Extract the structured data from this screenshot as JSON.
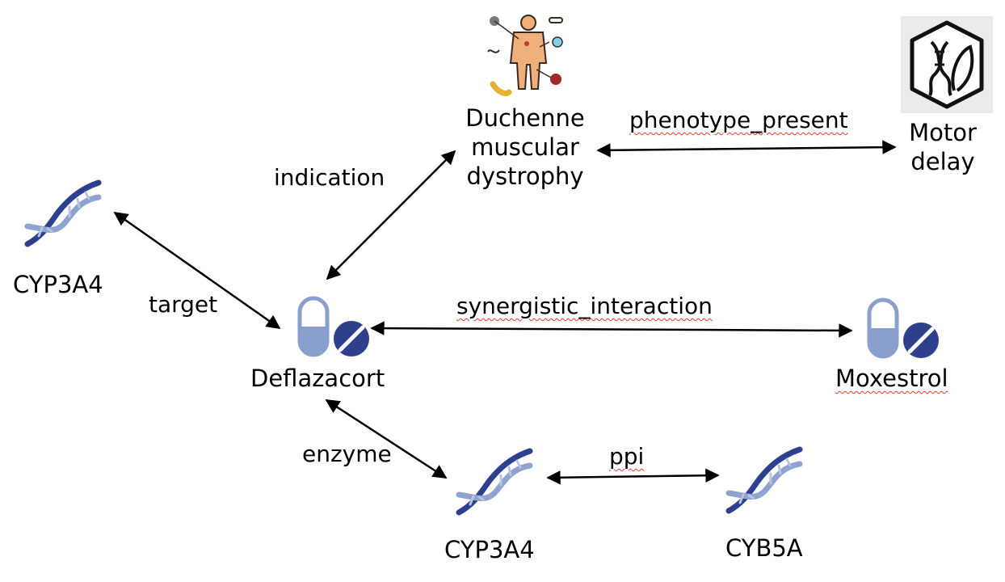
{
  "nodes": {
    "cyp3a4_target": {
      "label": "CYP3A4",
      "icon": "dna-icon"
    },
    "duchenne": {
      "label_lines": [
        "Duchenne",
        "muscular",
        "dystrophy"
      ],
      "icon": "human-body-disease-icon"
    },
    "motor_delay": {
      "label_lines": [
        "Motor",
        "delay"
      ],
      "icon": "dna-leaf-phenotype-icon"
    },
    "deflazacort": {
      "label": "Deflazacort",
      "icon": "pill-capsule-icon"
    },
    "moxestrol": {
      "label": "Moxestrol",
      "icon": "pill-capsule-icon"
    },
    "cyp3a4_enzyme": {
      "label": "CYP3A4",
      "icon": "dna-icon"
    },
    "cyb5a": {
      "label": "CYB5A",
      "icon": "dna-icon"
    }
  },
  "edges": {
    "indication": "indication",
    "phenotype_present": "phenotype_present",
    "target": "target",
    "synergistic_interaction": "synergistic_interaction",
    "enzyme": "enzyme",
    "ppi": "ppi"
  },
  "colors": {
    "dna_dark": "#2d3f8f",
    "dna_light": "#8ea3cf",
    "pill_light": "#8aa0cc",
    "pill_dark": "#2e3f8c",
    "skin": "#f0b07c",
    "spellcheck": "#e0392b"
  }
}
